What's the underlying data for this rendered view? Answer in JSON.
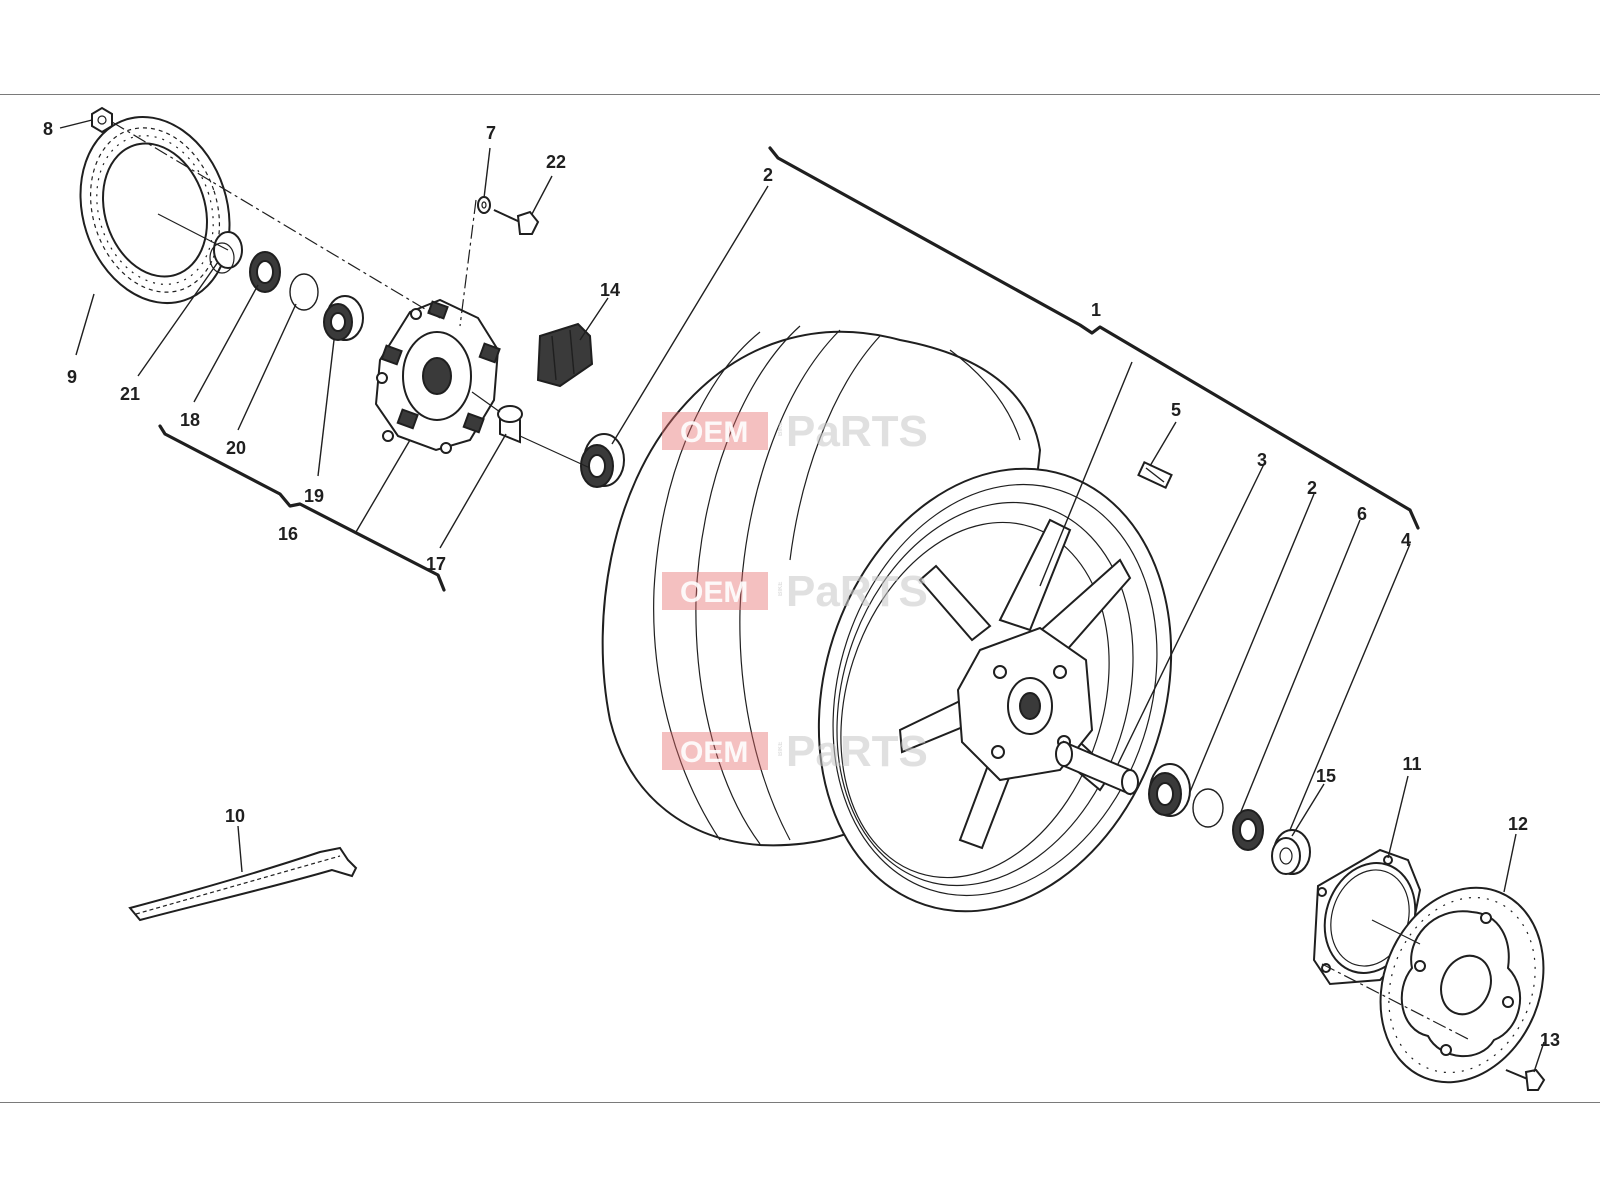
{
  "diagram": {
    "callouts": [
      {
        "id": "c1",
        "text": "1"
      },
      {
        "id": "c2a",
        "text": "2"
      },
      {
        "id": "c2b",
        "text": "2"
      },
      {
        "id": "c3",
        "text": "3"
      },
      {
        "id": "c4",
        "text": "4"
      },
      {
        "id": "c5",
        "text": "5"
      },
      {
        "id": "c6",
        "text": "6"
      },
      {
        "id": "c7",
        "text": "7"
      },
      {
        "id": "c8",
        "text": "8"
      },
      {
        "id": "c9",
        "text": "9"
      },
      {
        "id": "c10",
        "text": "10"
      },
      {
        "id": "c11",
        "text": "11"
      },
      {
        "id": "c12",
        "text": "12"
      },
      {
        "id": "c13",
        "text": "13"
      },
      {
        "id": "c14",
        "text": "14"
      },
      {
        "id": "c15",
        "text": "15"
      },
      {
        "id": "c16",
        "text": "16"
      },
      {
        "id": "c17",
        "text": "17"
      },
      {
        "id": "c18",
        "text": "18"
      },
      {
        "id": "c19",
        "text": "19"
      },
      {
        "id": "c20",
        "text": "20"
      },
      {
        "id": "c21",
        "text": "21"
      },
      {
        "id": "c22",
        "text": "22"
      }
    ],
    "watermark": {
      "badge": "OEM",
      "word": "PaRTS",
      "side": "BIKE",
      "colors": {
        "badge": "#e46a6a",
        "word": "#c8c8c8"
      }
    },
    "line_color": "#1f1f1f",
    "background": "#ffffff"
  }
}
